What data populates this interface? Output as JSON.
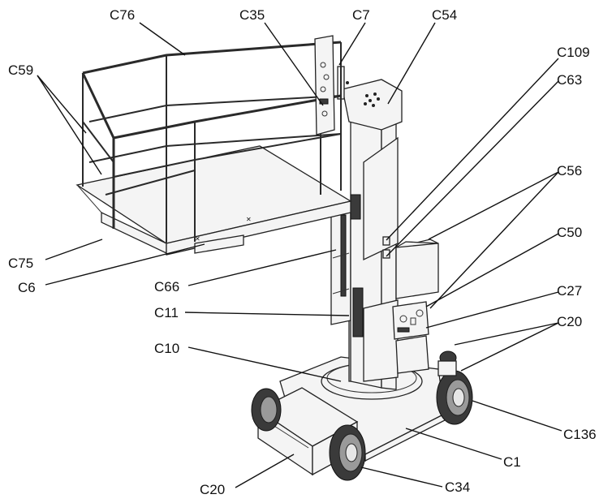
{
  "figure": {
    "labels": {
      "c76": "C76",
      "c35": "C35",
      "c7": "C7",
      "c54": "C54",
      "c59": "C59",
      "c109": "C109",
      "c63": "C63",
      "c56": "C56",
      "c50": "C50",
      "c75": "C75",
      "c6": "C6",
      "c66": "C66",
      "c27": "C27",
      "c11": "C11",
      "c20_right": "C20",
      "c10": "C10",
      "c136": "C136",
      "c1": "C1",
      "c20_bottom": "C20",
      "c34": "C34"
    }
  }
}
